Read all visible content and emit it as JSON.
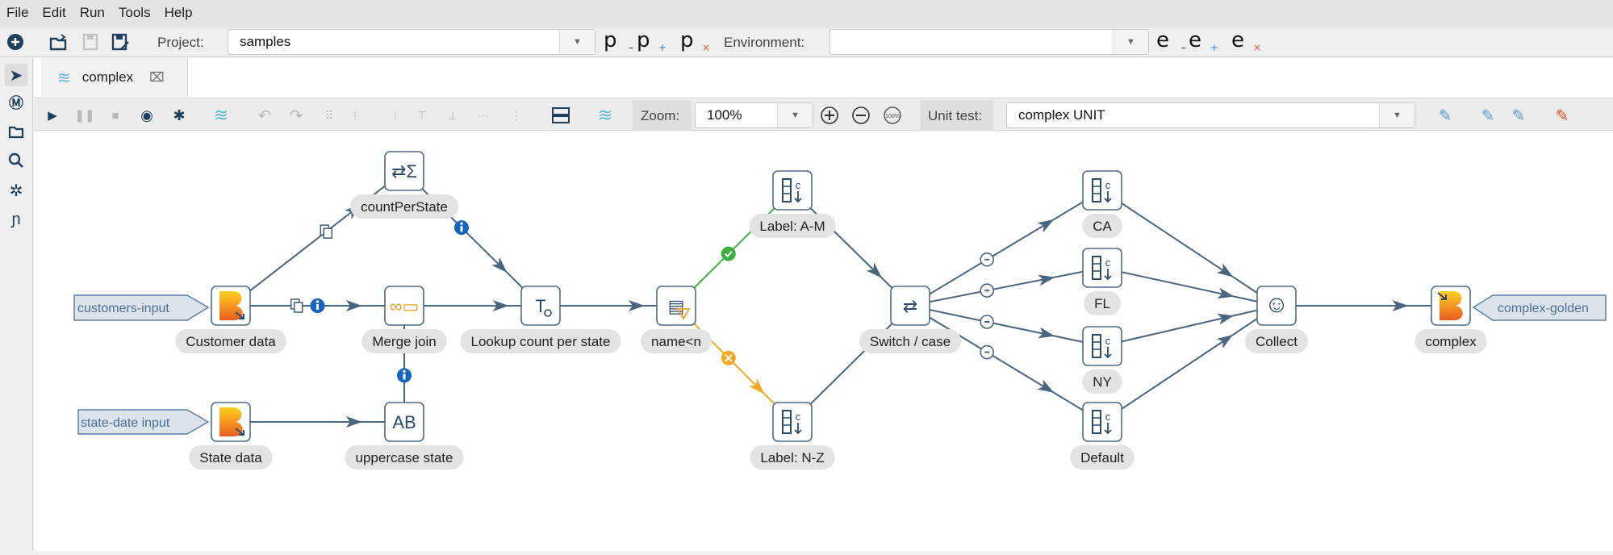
{
  "menu": [
    "File",
    "Edit",
    "Run",
    "Tools",
    "Help"
  ],
  "toolbar": {
    "project_label": "Project:",
    "project_value": "samples",
    "environment_label": "Environment:",
    "environment_value": "",
    "icons": [
      "new-icon",
      "open-icon",
      "save-icon",
      "save-as-icon",
      "project-edit-icon",
      "project-add-icon",
      "project-delete-icon",
      "environment-edit-icon",
      "environment-add-icon",
      "environment-delete-icon"
    ]
  },
  "tab": {
    "label": "complex"
  },
  "pipeline_toolbar": {
    "zoom_label": "Zoom:",
    "zoom_value": "100%",
    "zoom_reset_label": "100%",
    "unit_test_label": "Unit test:",
    "unit_test_value": "complex UNIT"
  },
  "colors": {
    "accent": "#1f3f5f",
    "hop": "#4a6580",
    "hop_true": "#3cb043",
    "hop_false": "#f5a623",
    "info": "#1565c0",
    "tag_fill": "#dde3ea",
    "tag_text": "#4a6f99"
  },
  "tags": {
    "customers_input": "customers-input",
    "state_input": "state-date input",
    "golden": "complex-golden"
  },
  "nodes": {
    "cust": {
      "label": "Customer data",
      "icon": "beam-input-icon"
    },
    "count": {
      "label": "countPerState",
      "icon": "group-by-icon"
    },
    "merge": {
      "label": "Merge join",
      "icon": "merge-join-icon"
    },
    "lookup": {
      "label": "Lookup count per state",
      "icon": "stream-lookup-icon"
    },
    "filter": {
      "label": "name<n",
      "icon": "filter-icon"
    },
    "am": {
      "label": "Label: A-M",
      "icon": "constant-icon"
    },
    "nz": {
      "label": "Label: N-Z",
      "icon": "constant-icon"
    },
    "sw": {
      "label": "Switch / case",
      "icon": "switch-icon"
    },
    "ca": {
      "label": "CA",
      "icon": "constant-icon"
    },
    "fl": {
      "label": "FL",
      "icon": "constant-icon"
    },
    "ny": {
      "label": "NY",
      "icon": "constant-icon"
    },
    "def": {
      "label": "Default",
      "icon": "constant-icon"
    },
    "collect": {
      "label": "Collect",
      "icon": "collect-icon"
    },
    "out": {
      "label": "complex",
      "icon": "beam-output-icon"
    },
    "state": {
      "label": "State data",
      "icon": "beam-input-icon"
    },
    "upper": {
      "label": "uppercase state",
      "icon": "string-operations-icon"
    }
  }
}
